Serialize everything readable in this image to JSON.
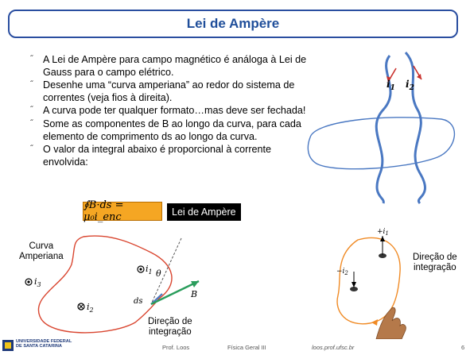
{
  "slide": {
    "title": "Lei de Ampère",
    "bullets": [
      "A Lei de Ampère para campo magnético é análoga à Lei de Gauss para o campo elétrico.",
      "Desenhe uma “curva amperiana” ao redor do sistema de correntes (veja fios à direita).",
      "A curva pode ter qualquer formato…mas deve ser fechada!",
      "Some as componentes de B ao longo da curva, para cada elemento de comprimento ds ao longo da curva.",
      "O valor da integral abaixo é proporcional à corrente envolvida:"
    ],
    "bullet_marker": "˝",
    "equation": "∮B·ds = μ₀i_enc",
    "law_tag": "Lei de Ampère"
  },
  "figures": {
    "wires": {
      "i1": "i",
      "i1_sub": "1",
      "i2": "i",
      "i2_sub": "2"
    },
    "left": {
      "curve_label": "Curva Amperiana",
      "curve_label_l1": "Curva",
      "curve_label_l2": "Amperiana",
      "dir_label_l1": "Direção de",
      "dir_label_l2": "integração",
      "i1": "i",
      "i1_sub": "1",
      "i2": "i",
      "i2_sub": "2",
      "i3": "i",
      "i3_sub": "3",
      "theta": "θ",
      "ds": "ds",
      "B": "B"
    },
    "right": {
      "dir_label_l1": "Direção de",
      "dir_label_l2": "integração",
      "plus_i1": "+i",
      "plus_i1_sub": "1",
      "minus_i2": "−i",
      "minus_i2_sub": "2"
    }
  },
  "footer": {
    "university_l1": "UNIVERSIDADE FEDERAL",
    "university_l2": "DE SANTA CATARINA",
    "author": "Prof. Loos",
    "course": "Física Geral III",
    "site": "loos.prof.ufsc.br",
    "page": "6"
  },
  "colors": {
    "title": "#1f4e9a",
    "equation_box": "#f5a623",
    "curve": "#d9452f",
    "wires": "#4a78c2",
    "arrow_green": "#2a9d5c"
  }
}
